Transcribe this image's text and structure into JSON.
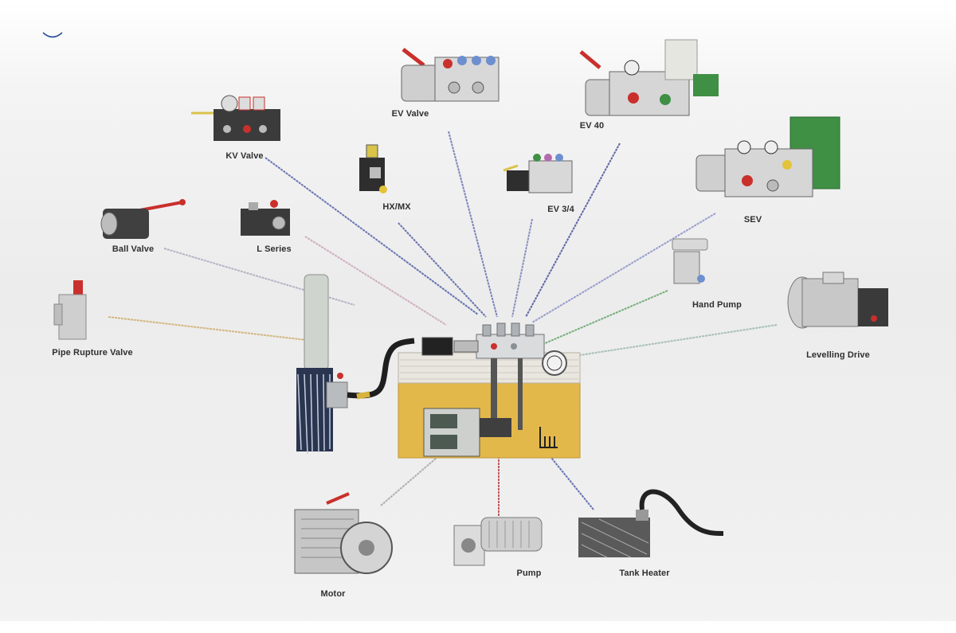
{
  "nav": {
    "chevron_icon": "chevron-down-icon",
    "accent": "#2b4fa0"
  },
  "center": {
    "name": "hydraulic-power-unit",
    "fluid_color": "#e3b84a"
  },
  "components": [
    {
      "id": "kv-valve",
      "label": "KV Valve",
      "line_color": "#3b4a9c"
    },
    {
      "id": "ev-valve",
      "label": "EV Valve",
      "line_color": "#5560a8"
    },
    {
      "id": "ev-40",
      "label": "EV 40",
      "line_color": "#2d3a8c"
    },
    {
      "id": "hx-mx",
      "label": "HX/MX",
      "line_color": "#3c4a96"
    },
    {
      "id": "ev-3-4",
      "label": "EV 3/4",
      "line_color": "#6a6fb0"
    },
    {
      "id": "sev",
      "label": "SEV",
      "line_color": "#7a82c0"
    },
    {
      "id": "ball-valve",
      "label": "Ball Valve",
      "line_color": "#a0a0b8"
    },
    {
      "id": "l-series",
      "label": "L Series",
      "line_color": "#c49ab0"
    },
    {
      "id": "hand-pump",
      "label": "Hand Pump",
      "line_color": "#4f9a55"
    },
    {
      "id": "pipe-rupture-valve",
      "label": "Pipe Rupture Valve",
      "line_color": "#c9a35a"
    },
    {
      "id": "levelling-drive",
      "label": "Levelling Drive",
      "line_color": "#8fb0a0"
    },
    {
      "id": "motor",
      "label": "Motor",
      "line_color": "#9a9a9a"
    },
    {
      "id": "pump",
      "label": "Pump",
      "line_color": "#b02a2a"
    },
    {
      "id": "tank-heater",
      "label": "Tank Heater",
      "line_color": "#3b4a9c"
    }
  ]
}
